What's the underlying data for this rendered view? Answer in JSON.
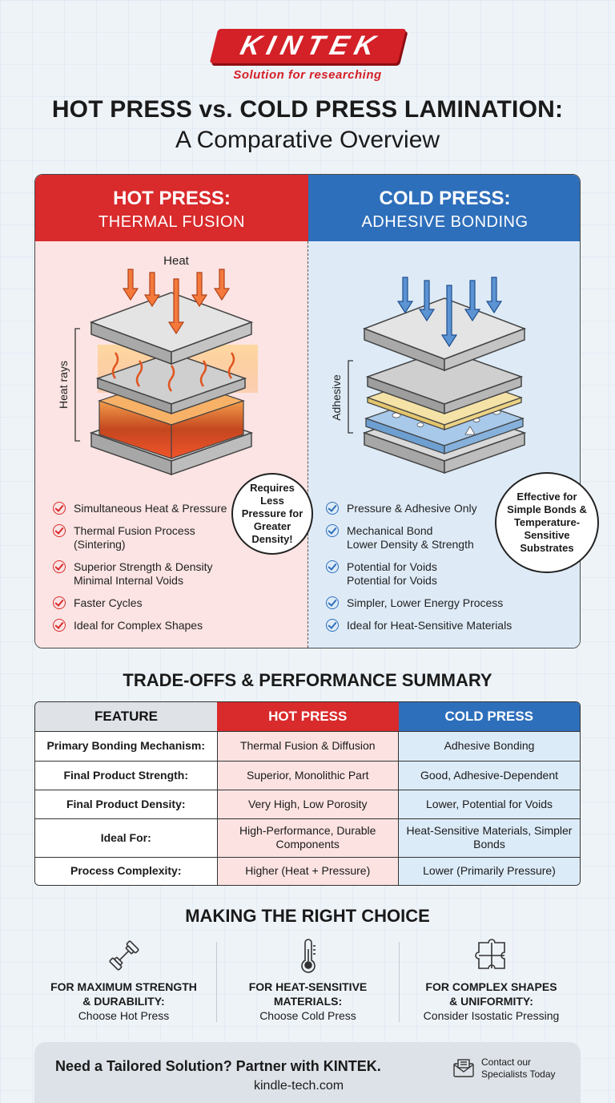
{
  "brand": {
    "logo": "KINTEK",
    "tagline": "Solution for researching"
  },
  "title": {
    "line1": "HOT PRESS vs. COLD PRESS LAMINATION:",
    "line2": "A Comparative Overview"
  },
  "colors": {
    "hot": "#d92a2c",
    "cold": "#2e6fbb"
  },
  "hot_press": {
    "heading": "HOT PRESS:",
    "subheading": "THERMAL FUSION",
    "illustration": {
      "top_label": "Heat",
      "side_label": "Heat rays"
    },
    "points": [
      "Simultaneous Heat & Pressure",
      "Thermal Fusion Process (Sintering)",
      "Superior Strength & Density Minimal Internal Voids",
      "Faster Cycles",
      "Ideal for Complex Shapes"
    ],
    "points_lines": [
      [
        "Simultaneous Heat & Pressure"
      ],
      [
        "Thermal Fusion Process",
        "(Sintering)"
      ],
      [
        "Superior Strength & Density",
        "Minimal Internal Voids"
      ],
      [
        "Faster Cycles"
      ],
      [
        "Ideal for Complex Shapes"
      ]
    ],
    "callout": "Requires Less Pressure for Greater Density!"
  },
  "cold_press": {
    "heading": "COLD PRESS:",
    "subheading": "ADHESIVE BONDING",
    "illustration": {
      "side_label": "Adhesive"
    },
    "points_lines": [
      [
        "Pressure & Adhesive Only"
      ],
      [
        "Mechanical Bond",
        "Lower Density & Strength"
      ],
      [
        "Potential for Voids",
        "Potential for Voids"
      ],
      [
        "Simpler, Lower Energy Process"
      ],
      [
        "Ideal for Heat-Sensitive Materials"
      ]
    ],
    "callout": "Effective for Simple Bonds & Temperature-Sensitive Substrates"
  },
  "tradeoffs": {
    "title": "TRADE-OFFS & PERFORMANCE SUMMARY",
    "headers": [
      "FEATURE",
      "HOT PRESS",
      "COLD PRESS"
    ],
    "rows": [
      [
        "Primary Bonding Mechanism:",
        "Thermal Fusion & Diffusion",
        "Adhesive Bonding"
      ],
      [
        "Final Product Strength:",
        "Superior, Monolithic Part",
        "Good, Adhesive-Dependent"
      ],
      [
        "Final Product Density:",
        "Very High, Low Porosity",
        "Lower, Potential for Voids"
      ],
      [
        "Ideal For:",
        "High-Performance, Durable Components",
        "Heat-Sensitive Materials, Simpler Bonds"
      ],
      [
        "Process Complexity:",
        "Higher (Heat + Pressure)",
        "Lower (Primarily Pressure)"
      ]
    ]
  },
  "choice": {
    "title": "MAKING THE RIGHT CHOICE",
    "items": [
      {
        "icon": "dumbbell-icon",
        "title_lines": [
          "FOR MAXIMUM STRENGTH",
          "& DURABILITY:"
        ],
        "action": "Choose Hot Press"
      },
      {
        "icon": "thermometer-icon",
        "title_lines": [
          "FOR HEAT-SENSITIVE",
          "MATERIALS:"
        ],
        "action": "Choose Cold Press"
      },
      {
        "icon": "puzzle-icon",
        "title_lines": [
          "FOR COMPLEX SHAPES",
          "& UNIFORMITY:"
        ],
        "action": "Consider Isostatic Pressing"
      }
    ]
  },
  "footer": {
    "cta": "Need a Tailored Solution? Partner with KINTEK.",
    "url": "kindle-tech.com",
    "contact_lines": [
      "Contact our",
      "Specialists Today"
    ],
    "contact_icon": "envelope-icon"
  }
}
